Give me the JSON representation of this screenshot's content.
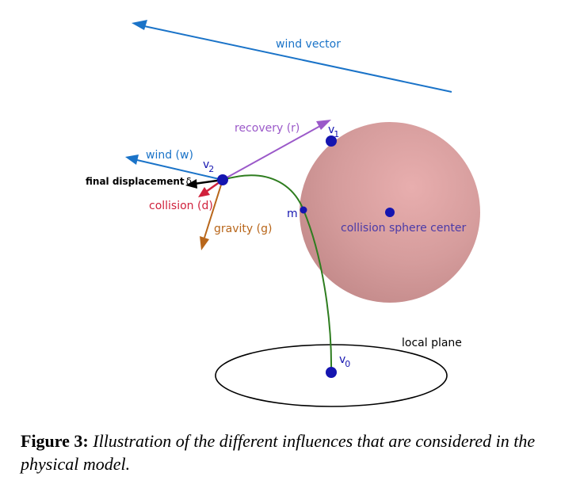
{
  "labels": {
    "wind_vector": "wind vector",
    "recovery": "recovery (r)",
    "wind": "wind (w)",
    "final_displacement": "final displacement",
    "delta": "δ",
    "collision": "collision (d)",
    "gravity": "gravity (g)",
    "m": "m",
    "collision_sphere_center": "collision sphere center",
    "local_plane": "local plane",
    "v_letter": "v",
    "v0_sub": "0",
    "v1_sub": "1",
    "v2_sub": "2"
  },
  "caption": {
    "label": "Figure 3:",
    "text": "Illustration of the different influences that are considered in the physical model."
  },
  "colors": {
    "wind_blue": "#1a73c8",
    "recovery_purple": "#9b59c9",
    "collision_red": "#d0213c",
    "gravity_orange": "#b8661a",
    "sphere_fill": "#d49a9a",
    "curve_green": "#2e7d1f",
    "point_blue": "#1515b0",
    "center_text": "#4a3aa8"
  }
}
